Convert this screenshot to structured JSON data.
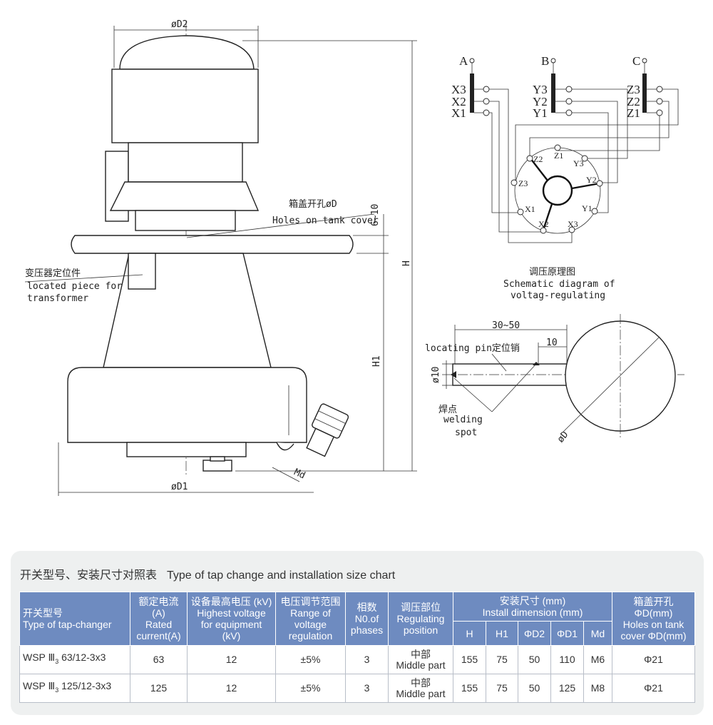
{
  "drawing": {
    "dim_d2": "øD2",
    "dim_d1": "øD1",
    "dim_h": "H",
    "dim_h1": "H1",
    "dim_gap": "6~10",
    "dim_md": "Md",
    "hole_cn": "箱盖开孔øD",
    "hole_en": "Holes on tank cover",
    "locator_cn": "变压器定位件",
    "locator_en1": "located piece for",
    "locator_en2": "transformer"
  },
  "schematic": {
    "phases": [
      "A",
      "B",
      "C"
    ],
    "taps": [
      [
        "X3",
        "X2",
        "X1"
      ],
      [
        "Y3",
        "Y2",
        "Y1"
      ],
      [
        "Z3",
        "Z2",
        "Z1"
      ]
    ],
    "selector_labels": [
      "Z1",
      "Y3",
      "Y2",
      "Y1",
      "X3",
      "X2",
      "X1",
      "Z3",
      "Z2"
    ],
    "caption_cn": "调压原理图",
    "caption_en1": "Schematic diagram of",
    "caption_en2": "voltag-regulating"
  },
  "pin_detail": {
    "dim_length": "30~50",
    "dim_offset": "10",
    "dim_dia": "ø10",
    "pin_label": "locating pin定位销",
    "weld_cn": "焊点",
    "weld_en1": "welding",
    "weld_en2": "spot",
    "hole_dia": "øD"
  },
  "table": {
    "title_cn": "开关型号、安装尺寸对照表",
    "title_en": "Type of tap change and installation size chart",
    "headers": {
      "type": [
        "开关型号",
        "Type of tap-changer"
      ],
      "current": [
        "额定电流",
        "(A)",
        "Rated",
        "current(A)"
      ],
      "voltage": [
        "设备最高电压 (kV)",
        "Highest voltage",
        "for equipment",
        "(kV)"
      ],
      "range": [
        "电压调节范围",
        "Range of",
        "voltage",
        "regulation"
      ],
      "phases": [
        "相数",
        "N0.of",
        "phases"
      ],
      "position": [
        "调压部位",
        "Regulating",
        "position"
      ],
      "install": [
        "安装尺寸 (mm)",
        "Install dimension (mm)"
      ],
      "install_sub": [
        "H",
        "H1",
        "ΦD2",
        "ΦD1",
        "Md"
      ],
      "hole": [
        "箱盖开孔",
        "ΦD(mm)",
        "Holes on tank",
        "cover ΦD(mm)"
      ]
    },
    "rows": [
      {
        "type_a": "WSP Ⅲ",
        "type_sub": "3",
        "type_b": "63/12-3x3",
        "current": "63",
        "voltage": "12",
        "range": "±5%",
        "phases": "3",
        "pos_cn": "中部",
        "pos_en": "Middle part",
        "H": "155",
        "H1": "75",
        "D2": "50",
        "D1": "110",
        "Md": "M6",
        "hole": "Φ21"
      },
      {
        "type_a": "WSP Ⅲ",
        "type_sub": "3",
        "type_b": "125/12-3x3",
        "current": "125",
        "voltage": "12",
        "range": "±5%",
        "phases": "3",
        "pos_cn": "中部",
        "pos_en": "Middle part",
        "H": "155",
        "H1": "75",
        "D2": "50",
        "D1": "125",
        "Md": "M8",
        "hole": "Φ21"
      }
    ]
  }
}
